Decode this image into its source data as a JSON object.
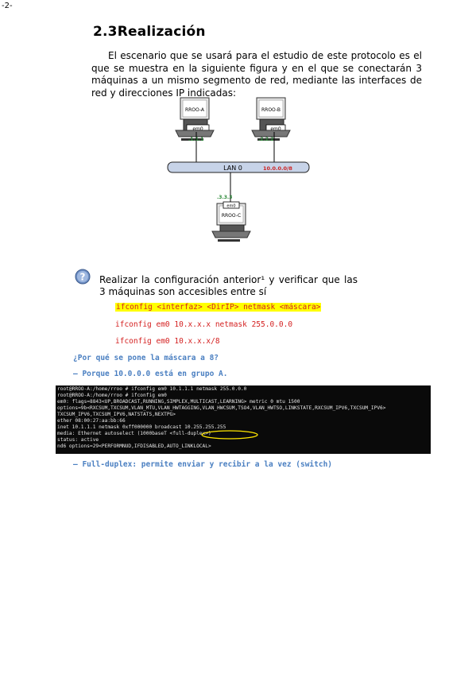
{
  "page": {
    "number": "-2-"
  },
  "section": {
    "title": "2.3Realización"
  },
  "intro": "El escenario que se usará para el estudio de este protocolo es el que se muestra en la siguiente figura y en el que se conectarán 3 máquinas a un mismo segmento de red, mediante las interfaces de red y direcciones IP indicadas:",
  "diagram": {
    "pc_a": {
      "name": "RROO-A",
      "iface": "em0",
      "ip": ".1.1.1"
    },
    "pc_b": {
      "name": "RROO-B",
      "iface": "em0",
      "ip": ".2.2.2"
    },
    "pc_c": {
      "name": "RROO-C",
      "iface": "em0",
      "ip": ".3.3.3"
    },
    "lan": {
      "label": "LAN 0",
      "network": "10.0.0.0/8"
    },
    "colors": {
      "ip": "#2e8b3a",
      "network": "#cc2222",
      "lan_bar": "#c7d3e8"
    }
  },
  "task": {
    "icon": "question-icon",
    "text": "Realizar la configuración anterior¹ y verificar que las 3 máquinas son accesibles entre sí",
    "commands": [
      "ifconfig <interfaz> <DirIP> netmask <máscara>",
      "ifconfig em0 10.x.x.x netmask 255.0.0.0",
      "ifconfig em0 10.x.x.x/8"
    ]
  },
  "question": "¿Por qué se pone la máscara a 8?",
  "answer1": "–  Porque 10.0.0.0 está en grupo A.",
  "terminal": {
    "lines": [
      "root@RROO-A:/home/rroo # ifconfig em0 10.1.1.1 netmask 255.0.0.0",
      "root@RROO-A:/home/rroo # ifconfig em0",
      "em0: flags=8843<UP,BROADCAST,RUNNING,SIMPLEX,MULTICAST,LEARNING> metric 0 mtu 1500",
      "        options=9b<RXCSUM,TXCSUM,VLAN_MTU,VLAN_HWTAGGING,VLAN_HWCSUM,TSO4,VLAN_HWTSO,LINKSTATE,RXCSUM_IPV6,TXCSUM_IPV6>",
      "TXCSUM_IPV6,TXCSUM_IPV6,NATSTATS,NEXTPG>",
      "        ether 08:00:27:aa:bb:66",
      "        inet 10.1.1.1 netmask 0xff000000 broadcast 10.255.255.255",
      "        media: Ethernet autoselect (1000baseT <full-duplex>)",
      "        status: active",
      "        nd6 options=29<PERFORMNUD,IFDISABLED,AUTO_LINKLOCAL>"
    ]
  },
  "answer2": "–  Full-duplex: permite enviar y recibir a la vez (switch)"
}
